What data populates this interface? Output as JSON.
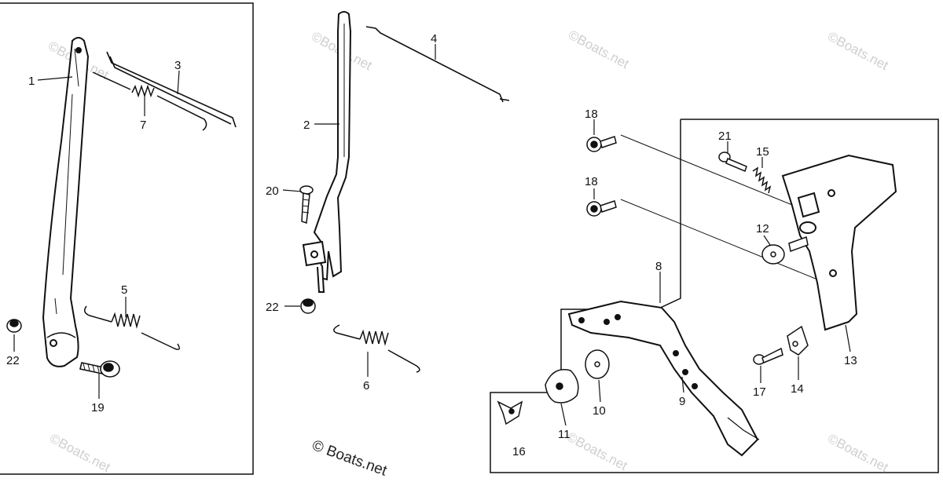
{
  "callouts": {
    "p1": "1",
    "p2": "2",
    "p3": "3",
    "p4": "4",
    "p5": "5",
    "p6": "6",
    "p7": "7",
    "p8": "8",
    "p9": "9",
    "p10": "10",
    "p11": "11",
    "p12": "12",
    "p13": "13",
    "p14": "14",
    "p15": "15",
    "p16": "16",
    "p17": "17",
    "p18a": "18",
    "p18b": "18",
    "p19": "19",
    "p20": "20",
    "p21": "21",
    "p22a": "22",
    "p22b": "22"
  },
  "watermark": {
    "text": "©Boats.net",
    "bottom_text": "© Boats.net"
  },
  "colors": {
    "line": "#111111",
    "watermark": "#cfcfcf"
  }
}
